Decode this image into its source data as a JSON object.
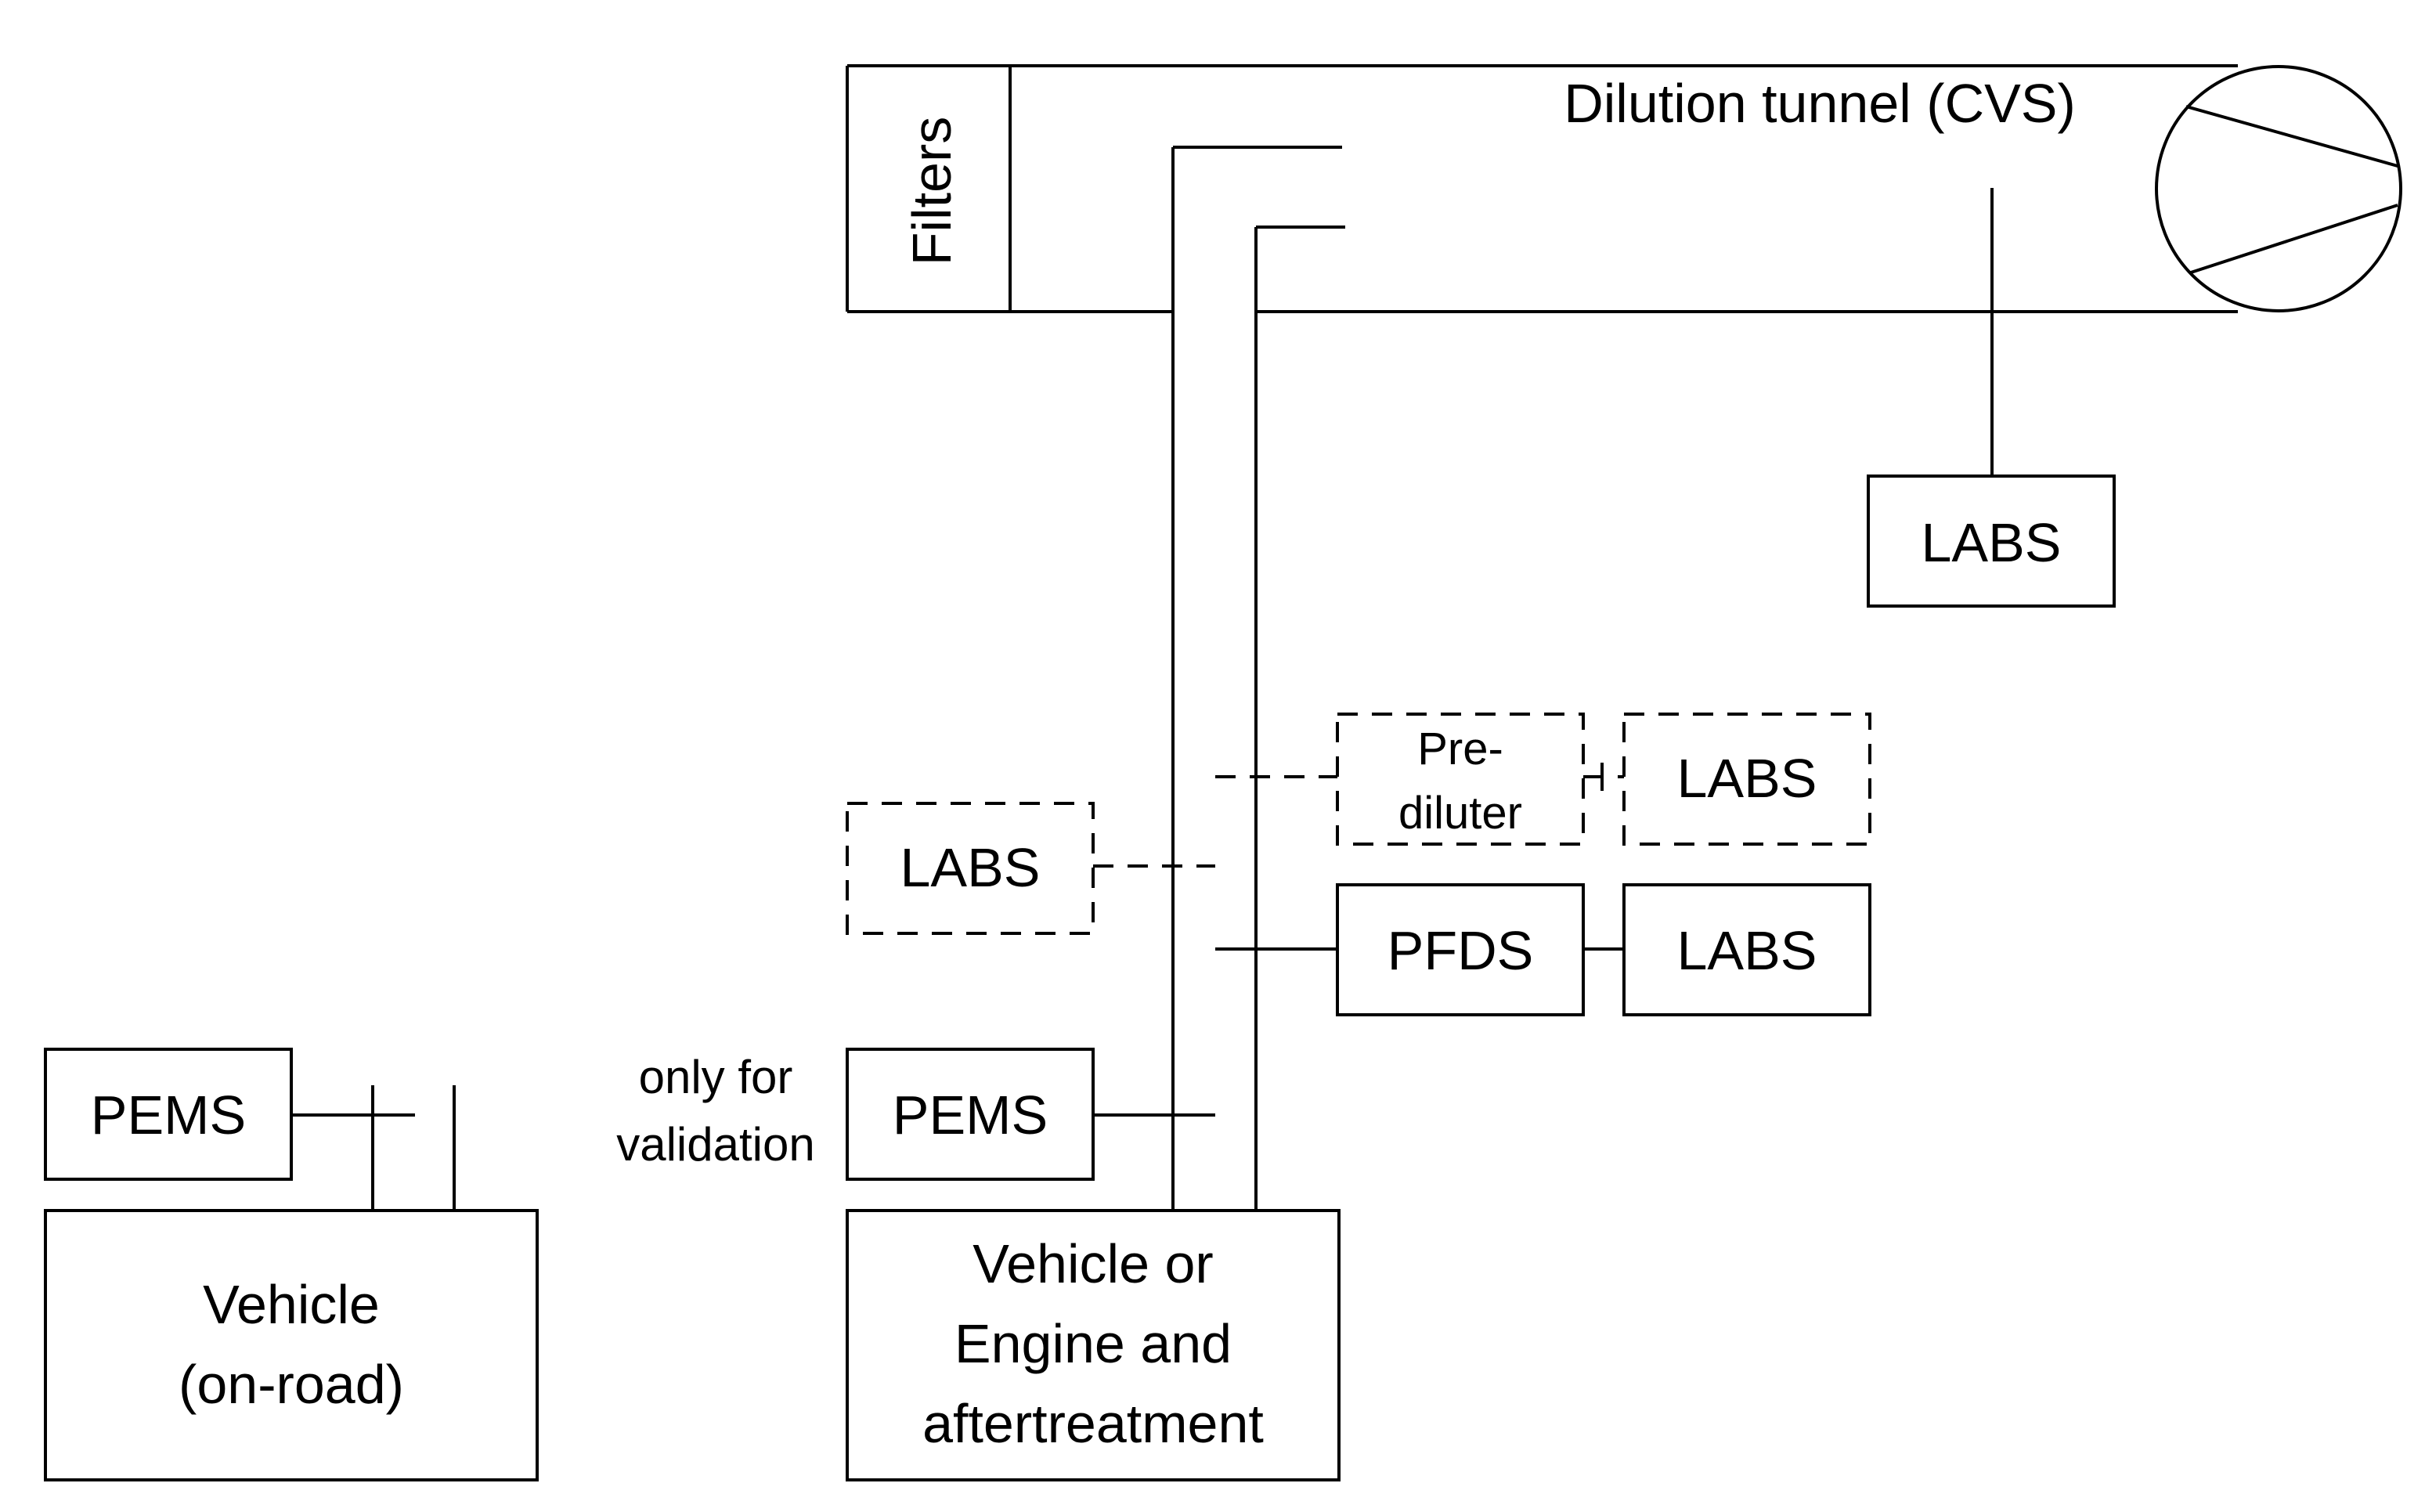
{
  "diagram": {
    "tunnel_label": "Dilution tunnel (CVS)",
    "filters_label": "Filters",
    "labs_tunnel": "LABS",
    "prediluter_line1": "Pre-",
    "prediluter_line2": "diluter",
    "labs_prediluter": "LABS",
    "labs_direct": "LABS",
    "pfds_label": "PFDS",
    "labs_pfds": "LABS",
    "pems_lab": "PEMS",
    "validation_line1": "only for",
    "validation_line2": "validation",
    "engine_line1": "Vehicle or",
    "engine_line2": "Engine and",
    "engine_line3": "aftertreatment",
    "pems_onroad": "PEMS",
    "vehicle_line1": "Vehicle",
    "vehicle_line2": "(on-road)"
  },
  "colors": {
    "stroke": "#000000",
    "background": "#ffffff"
  }
}
